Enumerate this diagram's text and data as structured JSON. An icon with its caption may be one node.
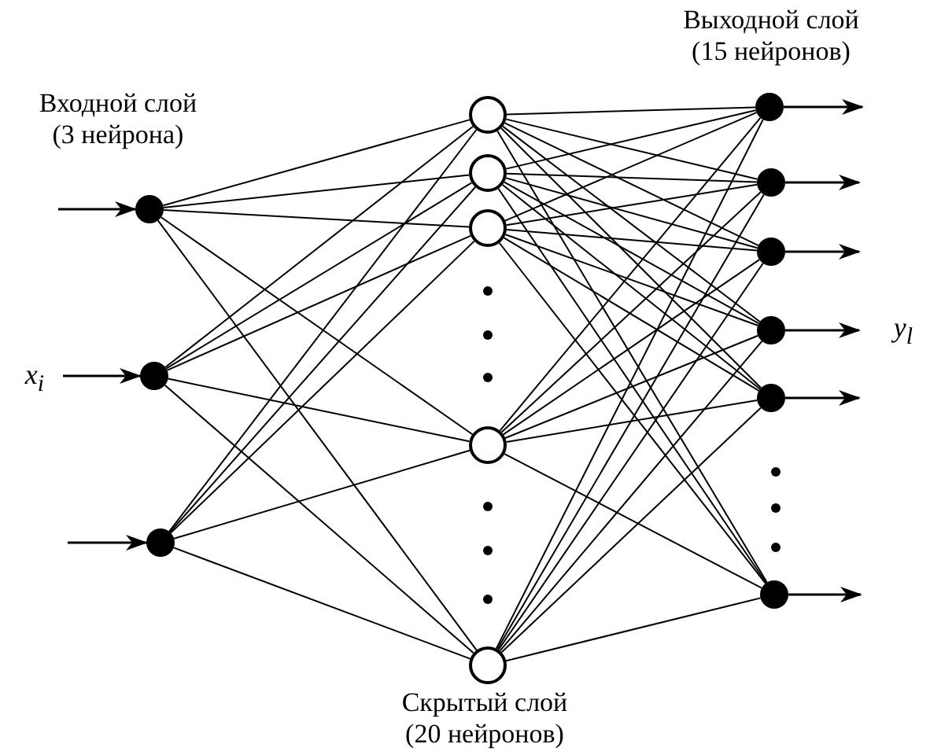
{
  "diagram": {
    "nodes": [
      {
        "text": [],
        "shape": "circle"
      },
      {
        "text": [],
        "shape": "circle"
      },
      {
        "text": [],
        "shape": "circle"
      },
      {
        "text": [],
        "shape": "circle"
      },
      {
        "text": [],
        "shape": "circle"
      },
      {
        "text": [],
        "shape": "circle"
      },
      {
        "text": [],
        "shape": "circle"
      },
      {
        "text": [],
        "shape": "circle"
      },
      {
        "text": [],
        "shape": "circle"
      },
      {
        "text": [],
        "shape": "circle"
      },
      {
        "text": [],
        "shape": "circle"
      },
      {
        "text": [],
        "shape": "circle"
      },
      {
        "text": [],
        "shape": "circle"
      },
      {
        "text": [],
        "shape": "circle"
      }
    ],
    "edges": [
      {
        "from": null,
        "to": 0,
        "arrow": "to"
      },
      {
        "from": null,
        "to": 1,
        "arrow": "to"
      },
      {
        "from": null,
        "to": 2,
        "arrow": "to"
      },
      {
        "from": 0,
        "to": 3,
        "arrow": "none"
      },
      {
        "from": 0,
        "to": 4,
        "arrow": "none"
      },
      {
        "from": 0,
        "to": 5,
        "arrow": "none"
      },
      {
        "from": 0,
        "to": 6,
        "arrow": "none"
      },
      {
        "from": 0,
        "to": 7,
        "arrow": "none"
      },
      {
        "from": 1,
        "to": 3,
        "arrow": "none"
      },
      {
        "from": 1,
        "to": 4,
        "arrow": "none"
      },
      {
        "from": 1,
        "to": 5,
        "arrow": "none"
      },
      {
        "from": 1,
        "to": 6,
        "arrow": "none"
      },
      {
        "from": 1,
        "to": 7,
        "arrow": "none"
      },
      {
        "from": 2,
        "to": 3,
        "arrow": "none"
      },
      {
        "from": 2,
        "to": 4,
        "arrow": "none"
      },
      {
        "from": 2,
        "to": 5,
        "arrow": "none"
      },
      {
        "from": 2,
        "to": 6,
        "arrow": "none"
      },
      {
        "from": 2,
        "to": 7,
        "arrow": "none"
      },
      {
        "from": 3,
        "to": 8,
        "arrow": "none"
      },
      {
        "from": 3,
        "to": 9,
        "arrow": "none"
      },
      {
        "from": 3,
        "to": 10,
        "arrow": "none"
      },
      {
        "from": 3,
        "to": 11,
        "arrow": "none"
      },
      {
        "from": 3,
        "to": 12,
        "arrow": "none"
      },
      {
        "from": 3,
        "to": 13,
        "arrow": "none"
      },
      {
        "from": 4,
        "to": 8,
        "arrow": "none"
      },
      {
        "from": 4,
        "to": 9,
        "arrow": "none"
      },
      {
        "from": 4,
        "to": 10,
        "arrow": "none"
      },
      {
        "from": 4,
        "to": 11,
        "arrow": "none"
      },
      {
        "from": 4,
        "to": 12,
        "arrow": "none"
      },
      {
        "from": 4,
        "to": 13,
        "arrow": "none"
      },
      {
        "from": 5,
        "to": 8,
        "arrow": "none"
      },
      {
        "from": 5,
        "to": 9,
        "arrow": "none"
      },
      {
        "from": 5,
        "to": 10,
        "arrow": "none"
      },
      {
        "from": 5,
        "to": 11,
        "arrow": "none"
      },
      {
        "from": 5,
        "to": 12,
        "arrow": "none"
      },
      {
        "from": 5,
        "to": 13,
        "arrow": "none"
      },
      {
        "from": 6,
        "to": 8,
        "arrow": "none"
      },
      {
        "from": 6,
        "to": 9,
        "arrow": "none"
      },
      {
        "from": 6,
        "to": 10,
        "arrow": "none"
      },
      {
        "from": 6,
        "to": 11,
        "arrow": "none"
      },
      {
        "from": 6,
        "to": 12,
        "arrow": "none"
      },
      {
        "from": 6,
        "to": 13,
        "arrow": "none"
      },
      {
        "from": 7,
        "to": 8,
        "arrow": "none"
      },
      {
        "from": 7,
        "to": 9,
        "arrow": "none"
      },
      {
        "from": 7,
        "to": 10,
        "arrow": "none"
      },
      {
        "from": 7,
        "to": 11,
        "arrow": "none"
      },
      {
        "from": 7,
        "to": 12,
        "arrow": "none"
      },
      {
        "from": 7,
        "to": 13,
        "arrow": "none"
      },
      {
        "from": 8,
        "to": null,
        "arrow": "to"
      },
      {
        "from": 9,
        "to": null,
        "arrow": "to"
      },
      {
        "from": 10,
        "to": null,
        "arrow": "to"
      },
      {
        "from": 11,
        "to": null,
        "arrow": "to"
      },
      {
        "from": 12,
        "to": null,
        "arrow": "to"
      },
      {
        "from": 13,
        "to": null,
        "arrow": "to"
      }
    ],
    "labels": [
      "Выходной слой (15 нейронов)",
      "Входной слой (3 нейрона)",
      "x$_{i}$",
      "y$_{l}$",
      "Скрытый слой (20 нейронов)"
    ]
  }
}
